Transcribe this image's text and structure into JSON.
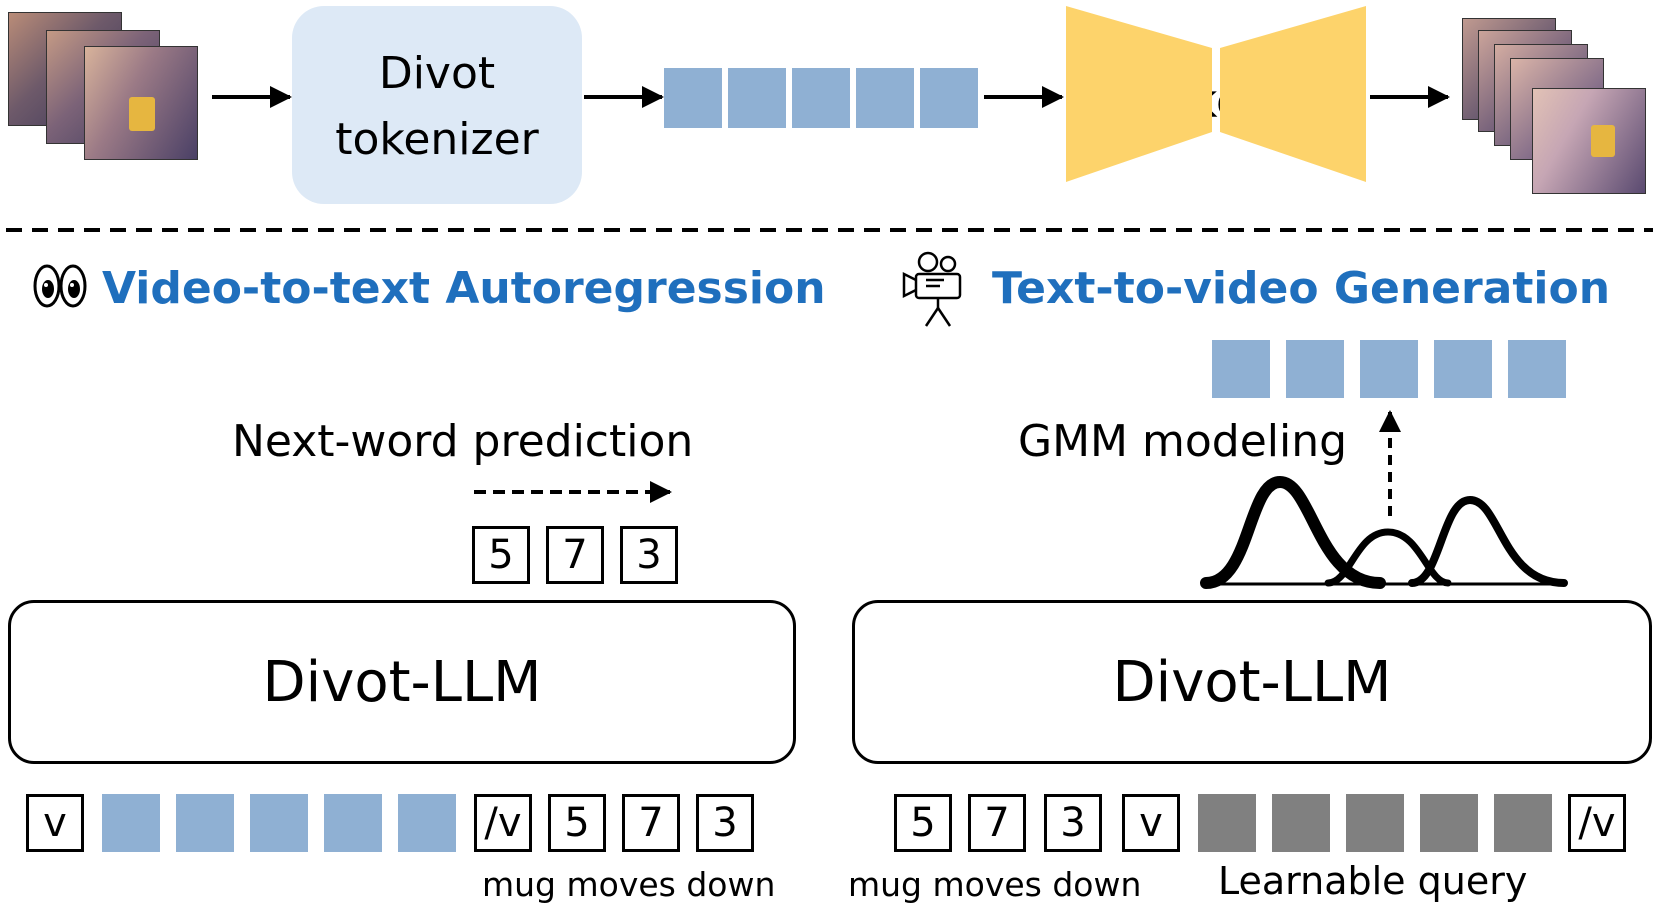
{
  "top_pipeline": {
    "tokenizer_label": [
      "Divot",
      "tokenizer"
    ],
    "detokenizer_label": "de-tokenizer",
    "token_count": 5
  },
  "left_panel": {
    "heading": "Video-to-text Autoregression",
    "heading_icon": "eyes-icon",
    "objective_label": "Next-word prediction",
    "predicted_tokens": [
      "5",
      "7",
      "3"
    ],
    "llm_label": "Divot-LLM",
    "input_sequence": {
      "start_token": "v",
      "video_token_count": 5,
      "end_token": "/v",
      "text_tokens": [
        "5",
        "7",
        "3"
      ]
    },
    "caption": "mug moves down"
  },
  "right_panel": {
    "heading": "Text-to-video Generation",
    "heading_icon": "movie-camera-icon",
    "objective_label": "GMM modeling",
    "output_token_count": 5,
    "llm_label": "Divot-LLM",
    "input_sequence": {
      "text_tokens": [
        "5",
        "7",
        "3"
      ],
      "start_token": "v",
      "query_token_count": 5,
      "end_token": "/v"
    },
    "caption_text": "mug moves down",
    "caption_query": "Learnable query"
  },
  "colors": {
    "video_token": "#8fb0d3",
    "query_token": "#808080",
    "tokenizer_fill": "#dde9f6",
    "detokenizer_fill": "#fdd36b",
    "heading": "#1f6fbd"
  }
}
